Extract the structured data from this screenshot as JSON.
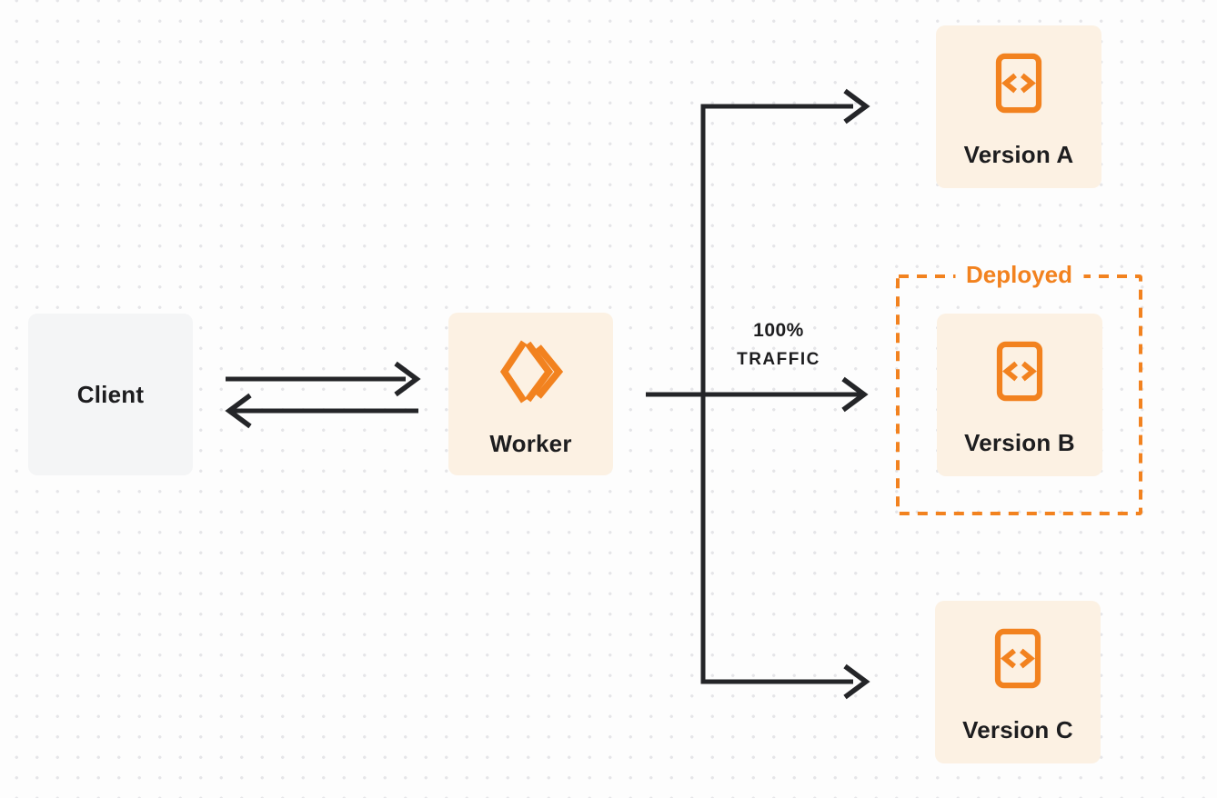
{
  "colors": {
    "page-bg": "#FDFDFD",
    "dot": "#E5E5E8",
    "orange": "#F2821F",
    "cream": "#FCF1E3",
    "gray-box": "#F4F5F6",
    "line": "#242528",
    "text": "#1D1D1F"
  },
  "nodes": {
    "client": {
      "label": "Client"
    },
    "worker": {
      "label": "Worker",
      "icon": "cloudflare-workers-icon"
    },
    "version_a": {
      "label": "Version A",
      "icon": "code-file-icon"
    },
    "version_b": {
      "label": "Version B",
      "icon": "code-file-icon"
    },
    "version_c": {
      "label": "Version C",
      "icon": "code-file-icon"
    }
  },
  "labels": {
    "deployed": "Deployed",
    "traffic_line1": "100%",
    "traffic_line2": "TRAFFIC"
  }
}
